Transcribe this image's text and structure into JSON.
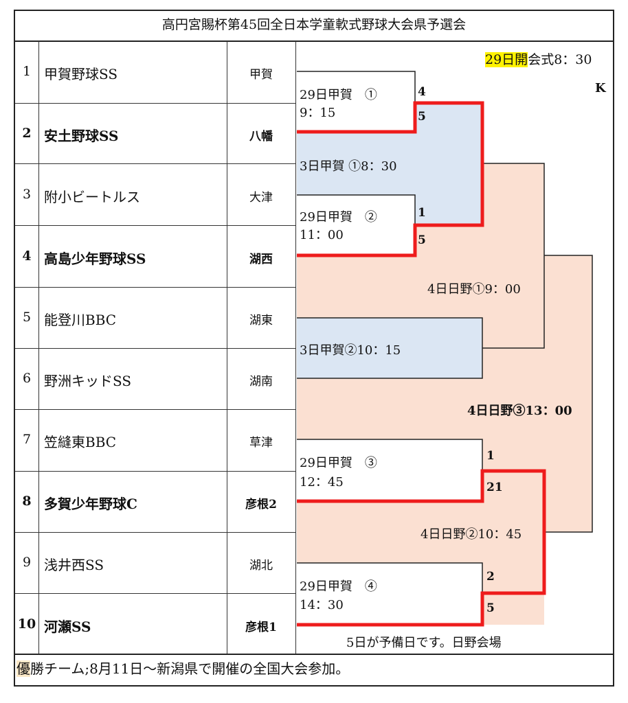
{
  "title": "高円宮賜杯第45回全日本学童軟式野球大会県予選会",
  "teams": [
    {
      "num": "1",
      "name": "甲賀野球SS",
      "area": "甲賀",
      "winner": false
    },
    {
      "num": "2",
      "name": "安土野球SS",
      "area": "八幡",
      "winner": true
    },
    {
      "num": "3",
      "name": "附小ビートルス",
      "area": "大津",
      "winner": false
    },
    {
      "num": "4",
      "name": "高島少年野球SS",
      "area": "湖西",
      "winner": true
    },
    {
      "num": "5",
      "name": "能登川BBC",
      "area": "湖東",
      "winner": false
    },
    {
      "num": "6",
      "name": "野洲キッドSS",
      "area": "湖南",
      "winner": false
    },
    {
      "num": "7",
      "name": "笠縫東BBC",
      "area": "草津",
      "winner": false
    },
    {
      "num": "8",
      "name": "多賀少年野球C",
      "area": "彦根2",
      "winner": true
    },
    {
      "num": "9",
      "name": "浅井西SS",
      "area": "湖北",
      "winner": false
    },
    {
      "num": "10",
      "name": "河瀬SS",
      "area": "彦根1",
      "winner": true
    }
  ],
  "opening": {
    "highlight": "29日開",
    "rest": "会式8：30"
  },
  "k_mark": "K",
  "matches": {
    "m1": {
      "line1": "29日甲賀　①",
      "line2": "9：15",
      "score_top": "4",
      "score_bottom": "5"
    },
    "m2": {
      "line1": "29日甲賀　②",
      "line2": "11：00",
      "score_top": "1",
      "score_bottom": "5"
    },
    "m3": {
      "line1": "29日甲賀　③",
      "line2": "12：45",
      "score_top": "1",
      "score_bottom": "21"
    },
    "m4": {
      "line1": "29日甲賀　④",
      "line2": "14：30",
      "score_top": "2",
      "score_bottom": "5"
    },
    "r2a": "3日甲賀 ①8：30",
    "r2b": "3日甲賀②10：15",
    "sf1": "4日日野①9：00",
    "sf2": "4日日野②10：45",
    "final": "4日日野③13：00"
  },
  "note": "5日が予備日です。日野会場",
  "footer": {
    "highlight": "優",
    "rest": "勝チーム;8月11日～新潟県で開催の全国大会参加。"
  },
  "colors": {
    "blue": "#dbe6f3",
    "peach": "#fbe0d2",
    "red": "#ee1c1c",
    "yellow": "#fff200",
    "orange_hl": "#fde9c8"
  }
}
